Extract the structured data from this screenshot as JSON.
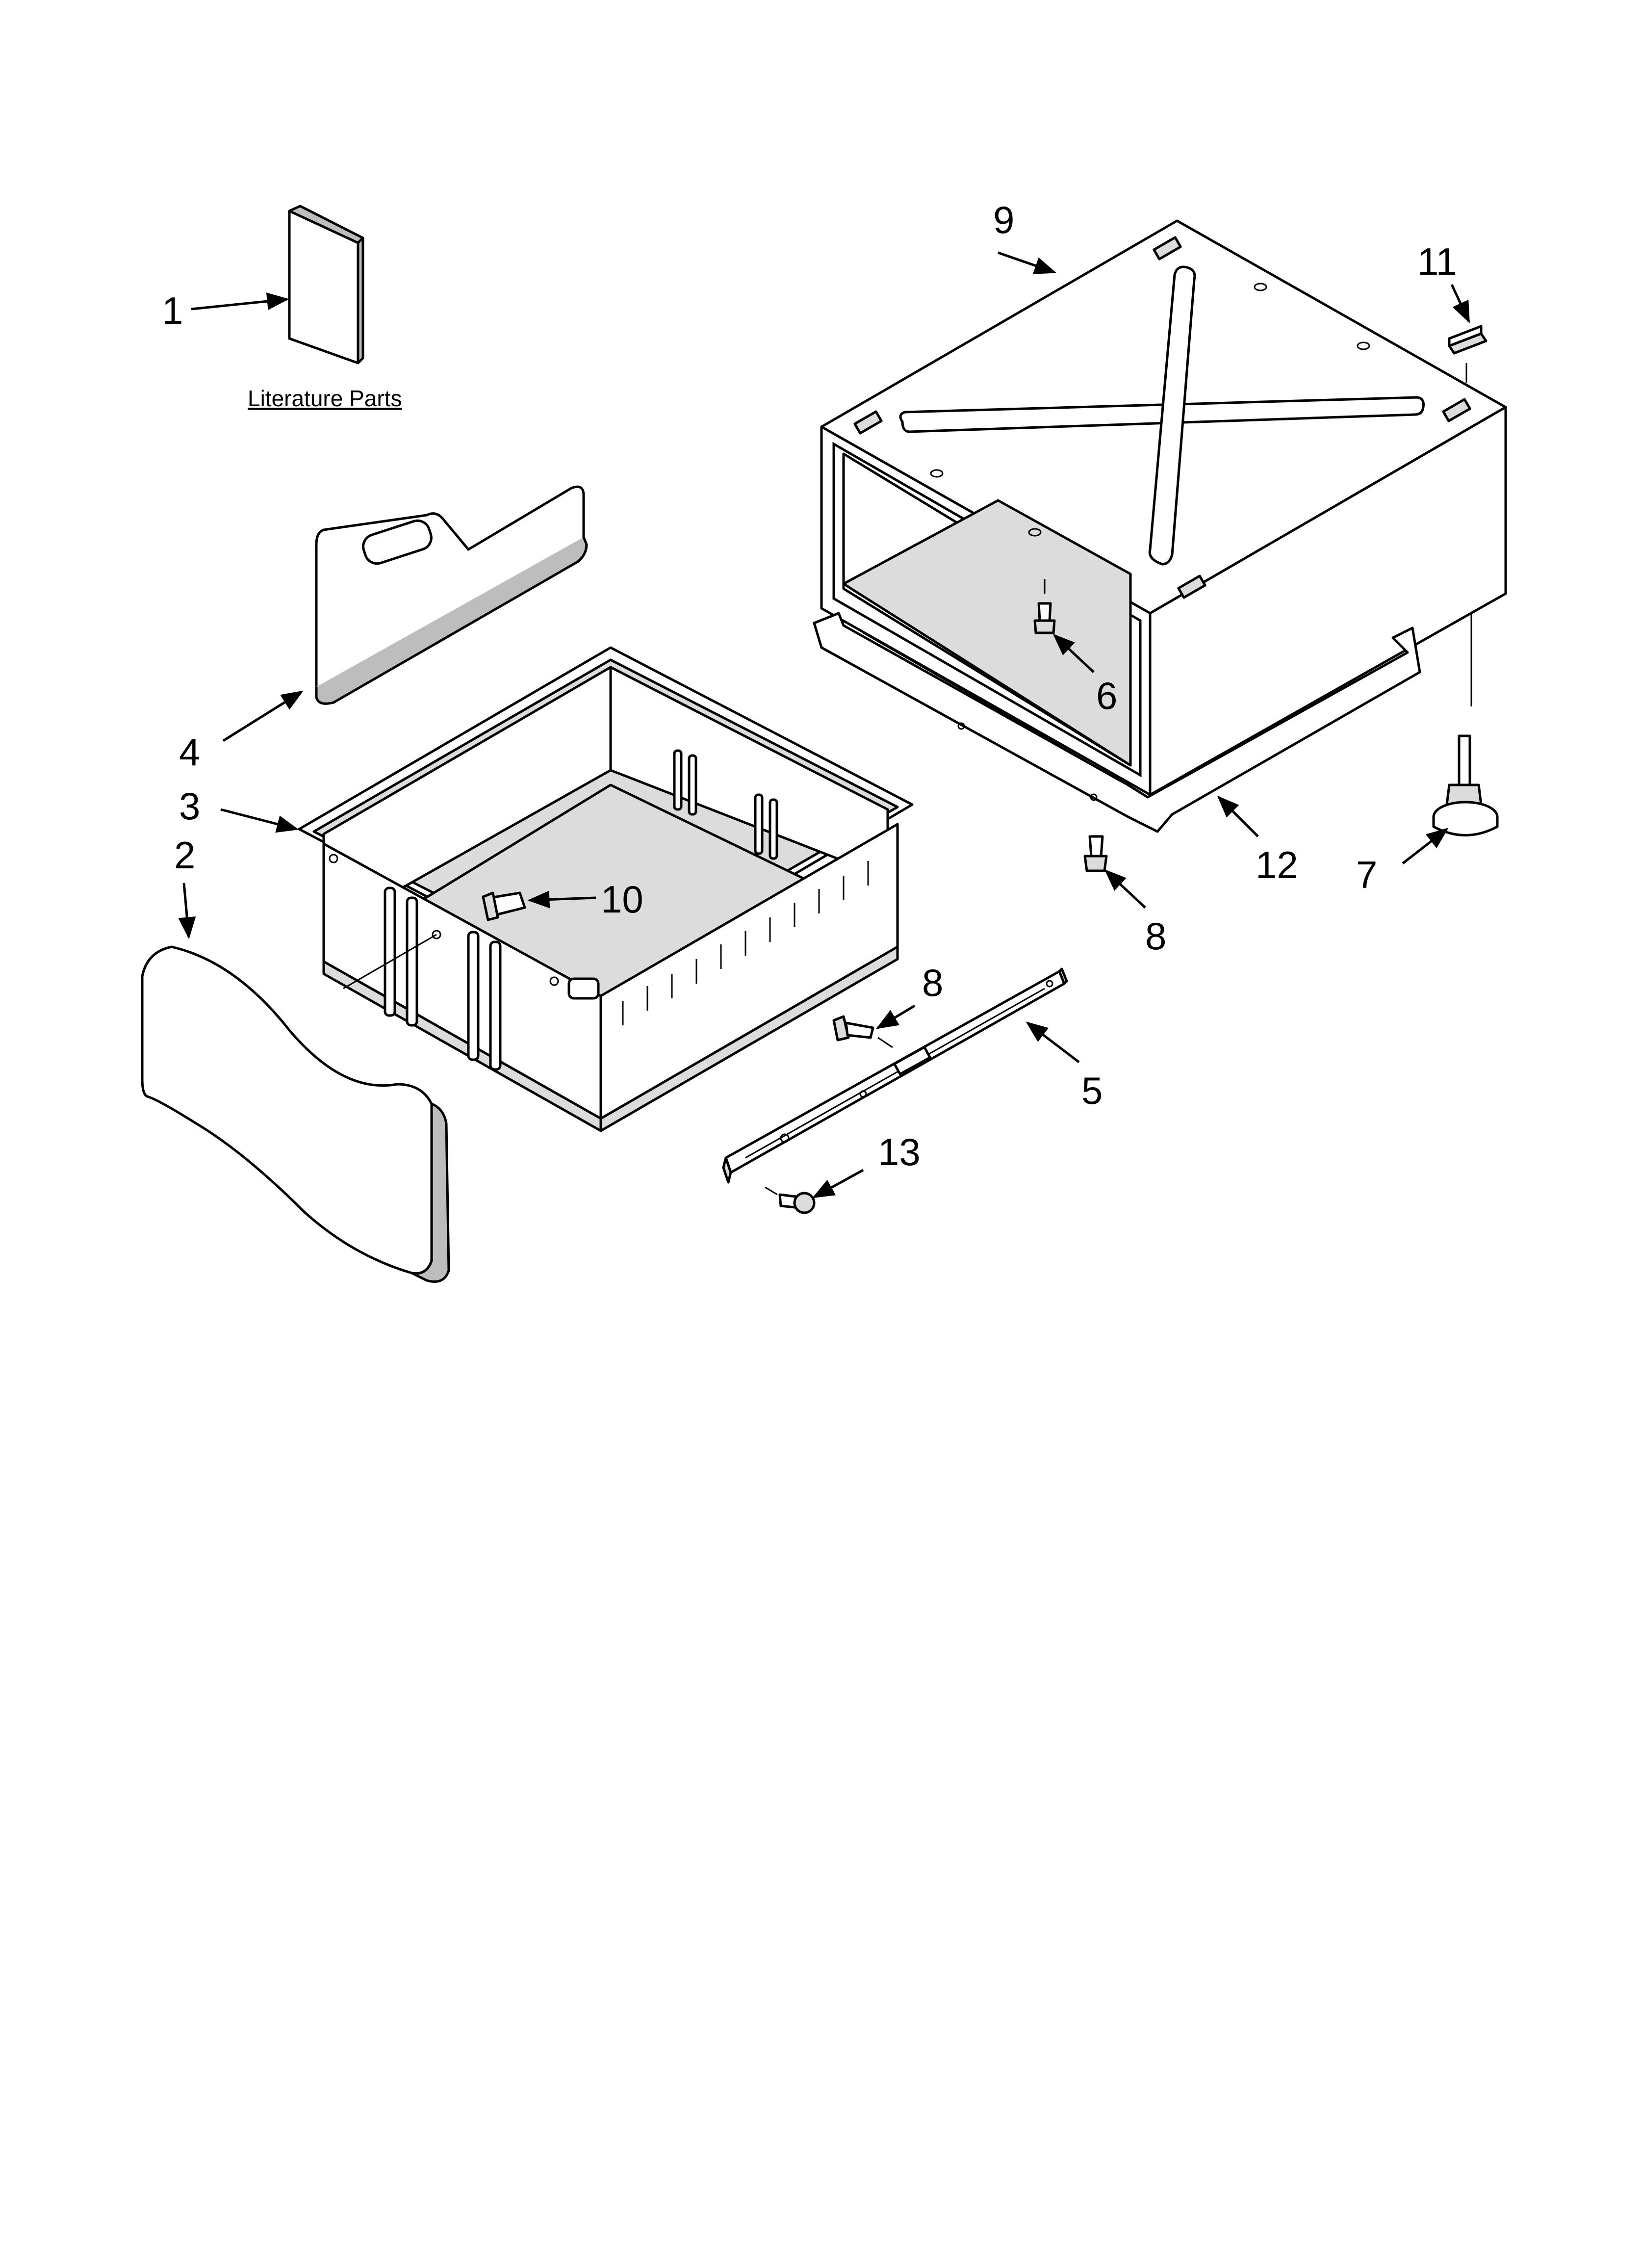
{
  "diagram": {
    "literature_label": "Literature Parts",
    "callouts": [
      {
        "id": "c1",
        "label": "1"
      },
      {
        "id": "c2",
        "label": "2"
      },
      {
        "id": "c3",
        "label": "3"
      },
      {
        "id": "c4",
        "label": "4"
      },
      {
        "id": "c5",
        "label": "5"
      },
      {
        "id": "c6",
        "label": "6"
      },
      {
        "id": "c7",
        "label": "7"
      },
      {
        "id": "c8a",
        "label": "8"
      },
      {
        "id": "c8b",
        "label": "8"
      },
      {
        "id": "c9",
        "label": "9"
      },
      {
        "id": "c10",
        "label": "10"
      },
      {
        "id": "c11",
        "label": "11"
      },
      {
        "id": "c12",
        "label": "12"
      },
      {
        "id": "c13",
        "label": "13"
      }
    ]
  }
}
